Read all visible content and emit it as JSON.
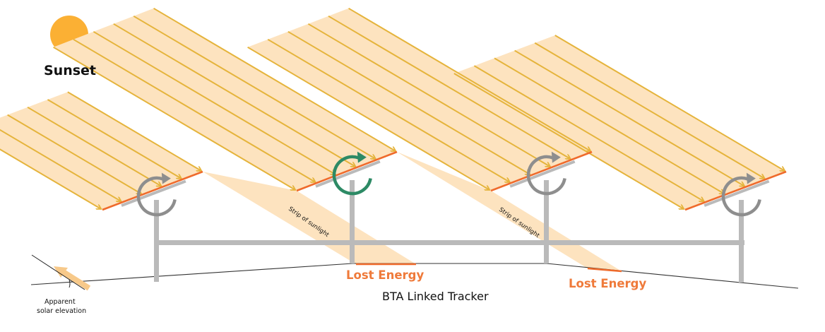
{
  "title": "BTA Linked Tracker",
  "sun": {
    "label": "Sunset",
    "color": "#fbb034"
  },
  "labels": {
    "strip_of_sunlight": "Strip of sunlight",
    "lost_energy": "Lost Energy",
    "apparent_solar_elevation_line1": "Apparent",
    "apparent_solar_elevation_line2": "solar elevation"
  },
  "trackers": [
    {
      "id": 1,
      "rotation_arrow": "gray"
    },
    {
      "id": 2,
      "rotation_arrow": "green"
    },
    {
      "id": 3,
      "rotation_arrow": "gray"
    },
    {
      "id": 4,
      "rotation_arrow": "gray"
    }
  ],
  "lost_energy_zones": [
    {
      "label": "Lost Energy"
    },
    {
      "label": "Lost Energy"
    }
  ],
  "colors": {
    "beam_fill": "#fde3bf",
    "ray_stroke": "#e5b43c",
    "panel_orange": "#ef6b2c",
    "structure_gray": "#bababa",
    "arrow_gray": "#8e8e8e",
    "arrow_green": "#2d8a65",
    "lost_energy_text": "#ef7a3a",
    "ground_line": "#333333"
  }
}
